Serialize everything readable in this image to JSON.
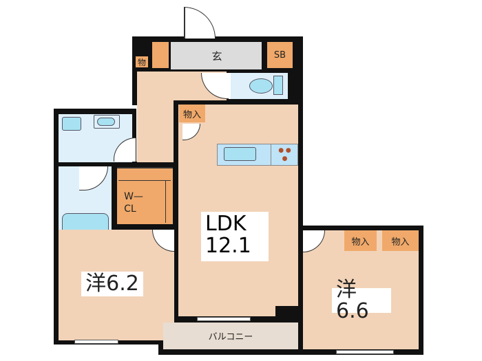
{
  "rooms": {
    "genkan": "玄",
    "shoe_box": "SB",
    "storage_small": "物",
    "ldk_storage": "物入",
    "walk_in_closet": "W—\nCL",
    "ldk_name": "LDK",
    "ldk_size": "12.1",
    "western_1": "洋6.2",
    "western_2": "洋6.6",
    "storage_a": "物入",
    "storage_b": "物入",
    "balcony": "バルコニー"
  },
  "colors": {
    "room": "#f2d3b8",
    "storage": "#f0a96a",
    "wet": "#dff0fb",
    "wall": "#111111"
  }
}
